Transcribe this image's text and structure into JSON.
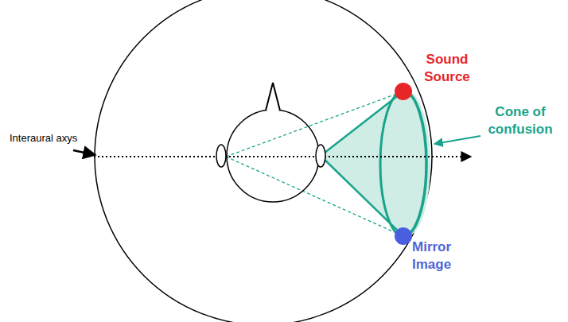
{
  "diagram": {
    "labels": [
      "Interaural axys",
      "Sound Source",
      "Cone of confusion",
      "Mirror Image"
    ]
  }
}
